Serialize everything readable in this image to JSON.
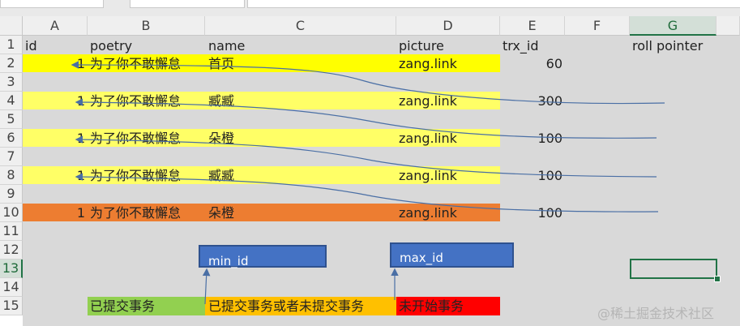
{
  "columns": [
    "A",
    "B",
    "C",
    "D",
    "E",
    "F",
    "G"
  ],
  "selected_column": "G",
  "rows": [
    "1",
    "2",
    "3",
    "4",
    "5",
    "6",
    "7",
    "8",
    "9",
    "10",
    "11",
    "12",
    "13",
    "14",
    "15"
  ],
  "selected_row": "13",
  "headers": {
    "id": "id",
    "poetry": "poetry",
    "name": "name",
    "picture": "picture",
    "trx_id": "trx_id",
    "roll_pointer": "roll pointer"
  },
  "records": [
    {
      "id": "1",
      "poetry": "为了你不敢懈怠",
      "name": "首页",
      "picture": "zang.link",
      "trx_id": "60",
      "fill": "#ffff00"
    },
    {
      "id": "1",
      "poetry": "为了你不敢懈怠",
      "name": "臧臧",
      "picture": "zang.link",
      "trx_id": "300",
      "fill": "#ffff66"
    },
    {
      "id": "1",
      "poetry": "为了你不敢懈怠",
      "name": "朵橙",
      "picture": "zang.link",
      "trx_id": "100",
      "fill": "#ffff66"
    },
    {
      "id": "1",
      "poetry": "为了你不敢懈怠",
      "name": "臧臧",
      "picture": "zang.link",
      "trx_id": "100",
      "fill": "#ffff66"
    },
    {
      "id": "1",
      "poetry": "为了你不敢懈怠",
      "name": "朵橙",
      "picture": "zang.link",
      "trx_id": "100",
      "fill": "#ed7d31"
    }
  ],
  "labels": {
    "min_id": "min_id",
    "max_id": "max_id"
  },
  "legend": {
    "committed": "已提交事务",
    "mixed": "已提交事务或者未提交事务",
    "not_started": "未开始事务"
  },
  "colors": {
    "committed": "#92d050",
    "mixed": "#ffc000",
    "not_started": "#ff0000",
    "box": "#4472c4",
    "arrow": "#4a6fa5",
    "selection": "#217346"
  },
  "watermark": "@稀土掘金技术社区"
}
